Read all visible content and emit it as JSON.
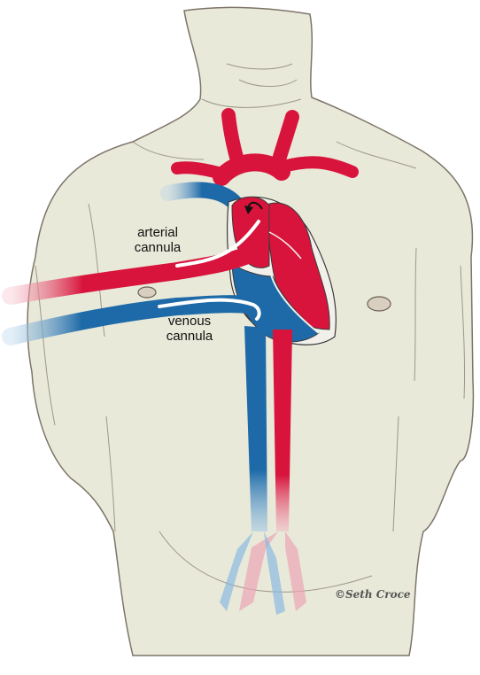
{
  "labels": {
    "arterial": [
      "arterial",
      "cannula"
    ],
    "venous": [
      "venous",
      "cannula"
    ]
  },
  "signature": "©Seth Croce",
  "colors": {
    "skin": "#e9e9da",
    "outline": "#5a5048",
    "artery": "#d8143c",
    "vein": "#1e6aa8",
    "cannula": "#ffffff"
  }
}
